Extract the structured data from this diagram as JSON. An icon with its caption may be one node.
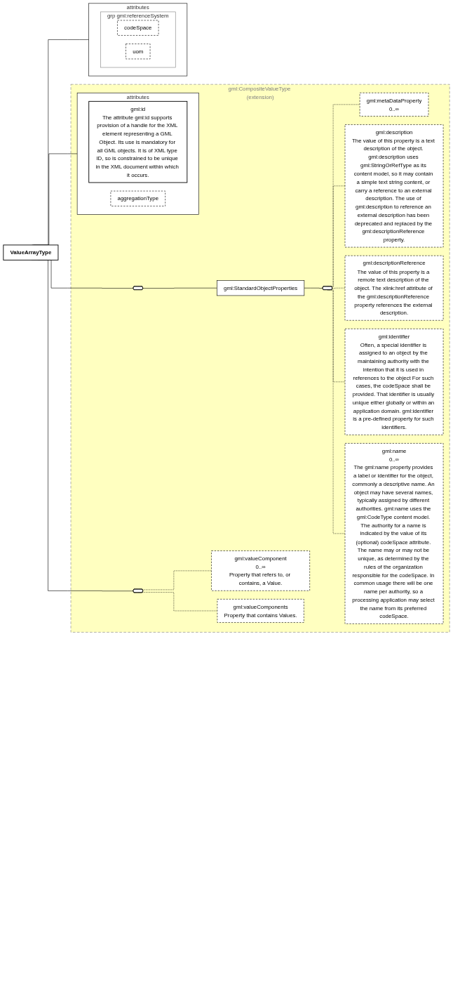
{
  "diagram": {
    "nodes": [
      {
        "text": [
          "ValueArrayType"
        ]
      },
      {
        "text": [
          "gml:CompositeValueType (extension)"
        ]
      },
      {
        "text": [
          "attributes"
        ],
        "in": 1
      },
      {
        "text": [
          "gml:id",
          "The attribute gml:id supports provision of a handle for the XML element representing a GML Object. Its use is mandatory for all GML objects. It is of XML type ID, so is constrained to be unique in the XML document within which it occurs."
        ],
        "in": 2
      },
      {
        "text": [
          "aggregationType"
        ],
        "in": 2
      },
      {
        "text": [],
        "shape": "hexagon",
        "in": 1
      },
      {
        "text": [
          "gml:StandardObjectProperties"
        ],
        "in": 1
      },
      {
        "text": [],
        "shape": "hexagon",
        "in": 1
      },
      {
        "text": [
          "gml:metaDataProperty",
          "0..∞"
        ],
        "in": 1
      },
      {
        "text": [
          "gml:description",
          "The value of this property is a text description of the object. gml:description uses gml:StringOrRefType as its content model, so it may contain a simple text string content, or carry a reference to an external description. The use of gml:description to reference an external description has been deprecated and replaced by the gml:descriptionReference property."
        ],
        "in": 1
      },
      {
        "text": [
          "gml:descriptionReference",
          "The value of this property is a remote text description of the object. The xlink:href attribute of the gml:descriptionReference property references the external description."
        ],
        "in": 1
      },
      {
        "text": [
          "gml:identifier",
          "Often, a special identifier is assigned to an object by the maintaining authority with the intention that it is used in references to the object For such cases, the codeSpace shall be provided. That identifier is usually unique either globally or within an application domain. gml:identifier is a pre-defined property for such identifiers."
        ],
        "in": 1
      },
      {
        "text": [
          "gml:name",
          "0..∞",
          "The gml:name property provides a label or identifier for the object, commonly a descriptive name. An object may have several names, typically assigned by different authorities. gml:name uses the gml:CodeType content model. The authority for a name is indicated by the value of its (optional) codeSpace attribute. The name may or may not be unique, as determined by the rules of the organization responsible for the codeSpace. In common usage there will be one name per authority, so a processing application may select the name from its preferred codeSpace."
        ],
        "in": 1
      },
      {
        "text": [],
        "shape": "hexagon",
        "in": 1
      },
      {
        "text": [
          "gml:valueComponent",
          "0..∞",
          "Property that refers to, or contains, a Value."
        ],
        "in": 1
      },
      {
        "text": [
          "gml:valueComponents",
          "Property that contains Values."
        ],
        "in": 1
      },
      {
        "text": [
          "attributes"
        ]
      },
      {
        "text": [
          "grp gml:referenceSystem"
        ],
        "in": 16
      },
      {
        "text": [
          "codeSpace"
        ],
        "in": 17
      },
      {
        "text": [
          "uom"
        ],
        "in": 17
      }
    ],
    "edges": [
      {
        "from": 0,
        "to": 2,
        "arrow": "none"
      },
      {
        "from": 0,
        "to": 5,
        "arrow": "none"
      },
      {
        "from": 5,
        "to": 6,
        "arrow": "none"
      },
      {
        "from": 6,
        "to": 7,
        "arrow": "none"
      },
      {
        "from": 7,
        "to": 8,
        "arrow": "none",
        "style": "dashed"
      },
      {
        "from": 7,
        "to": 9,
        "arrow": "none",
        "style": "dashed"
      },
      {
        "from": 7,
        "to": 10,
        "arrow": "none",
        "style": "dashed"
      },
      {
        "from": 7,
        "to": 11,
        "arrow": "none",
        "style": "dashed"
      },
      {
        "from": 7,
        "to": 12,
        "arrow": "none",
        "style": "dashed"
      },
      {
        "from": 0,
        "to": 13,
        "arrow": "none"
      },
      {
        "from": 13,
        "to": 14,
        "arrow": "none",
        "style": "dashed"
      },
      {
        "from": 13,
        "to": 15,
        "arrow": "none",
        "style": "dashed"
      },
      {
        "from": 0,
        "to": 16,
        "arrow": "none"
      }
    ]
  }
}
